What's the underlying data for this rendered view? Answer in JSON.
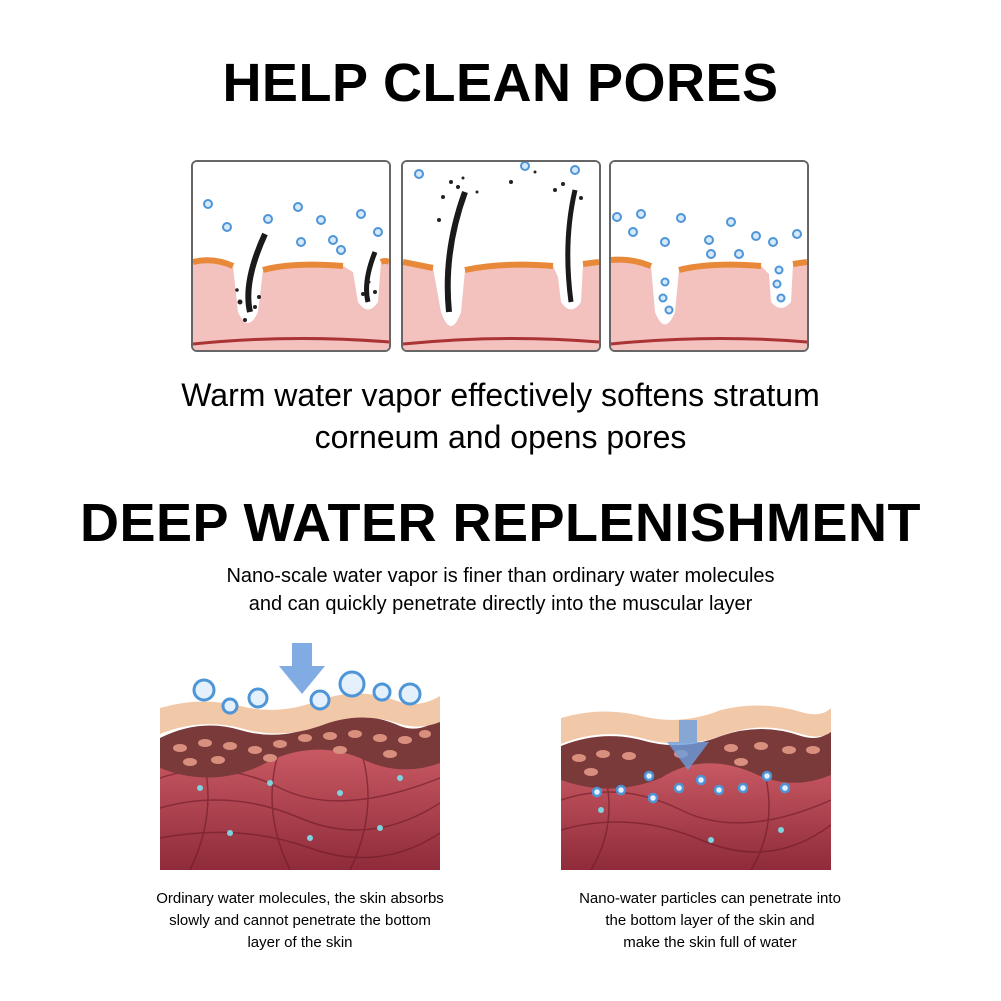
{
  "section1": {
    "title": "HELP CLEAN PORES",
    "subtitle_line1": "Warm water vapor effectively softens stratum",
    "subtitle_line2": "corneum and opens pores"
  },
  "section2": {
    "title": "DEEP WATER REPLENISHMENT",
    "subtitle_line1": "Nano-scale water vapor is finer than ordinary water molecules",
    "subtitle_line2": "and can quickly penetrate directly into the muscular layer"
  },
  "captions": {
    "left": [
      "Ordinary water molecules, the skin absorbs",
      "slowly and cannot penetrate the bottom",
      "layer of the skin"
    ],
    "right": [
      "Nano-water particles can penetrate into",
      "the bottom layer of the skin and",
      "make the skin full of water"
    ]
  },
  "colors": {
    "skin": "#f3c2bf",
    "epidermis": "#e8893a",
    "droplet": "#5aa3e0",
    "dermis": "#b84a55",
    "arrow": "#6b9ede"
  }
}
